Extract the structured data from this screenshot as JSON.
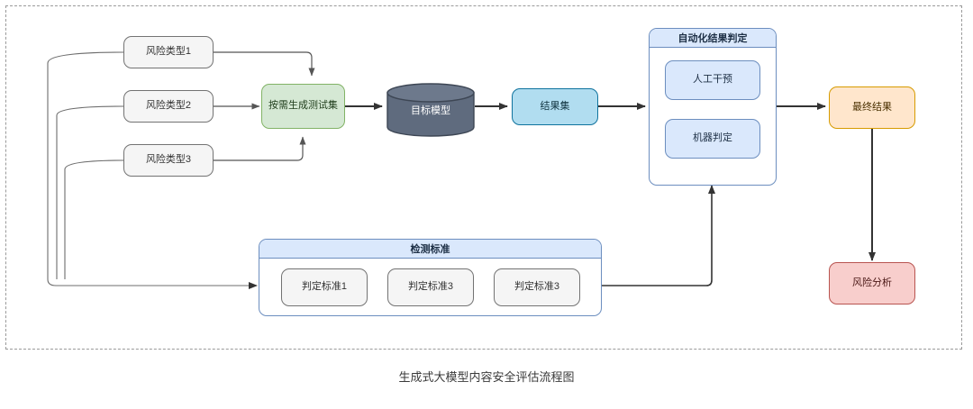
{
  "diagram": {
    "caption": "生成式大模型内容安全评估流程图",
    "frame": {
      "style": "dashed-border"
    },
    "colors": {
      "gray_fill": "#f5f5f5",
      "gray_stroke": "#737373",
      "green_fill": "#d5e8d4",
      "green_stroke": "#82b366",
      "cyan_fill": "#b1ddf0",
      "cyan_stroke": "#10739e",
      "blue_fill": "#dae8fc",
      "blue_stroke": "#6c8ebf",
      "orange_fill": "#ffe6cc",
      "orange_stroke": "#d79b00",
      "red_fill": "#f8cecc",
      "red_stroke": "#b85450",
      "cylinder_fill": "#5f6b7e",
      "cylinder_stroke": "#3d4654",
      "edge_stroke": "#333333",
      "loop_stroke": "#6d6d6d"
    },
    "risk_types": [
      {
        "label": "风险类型1"
      },
      {
        "label": "风险类型2"
      },
      {
        "label": "风险类型3"
      }
    ],
    "generate_testset": {
      "label": "按需生成测试集"
    },
    "target_model": {
      "label": "目标模型"
    },
    "result_set": {
      "label": "结果集"
    },
    "auto_judgement": {
      "title": "自动化结果判定",
      "items": [
        {
          "label": "人工干预"
        },
        {
          "label": "机器判定"
        }
      ]
    },
    "detection_standard": {
      "title": "检测标准",
      "items": [
        {
          "label": "判定标准1"
        },
        {
          "label": "判定标准3"
        },
        {
          "label": "判定标准3"
        }
      ]
    },
    "final_result": {
      "label": "最终结果"
    },
    "risk_analysis": {
      "label": "风险分析"
    }
  }
}
